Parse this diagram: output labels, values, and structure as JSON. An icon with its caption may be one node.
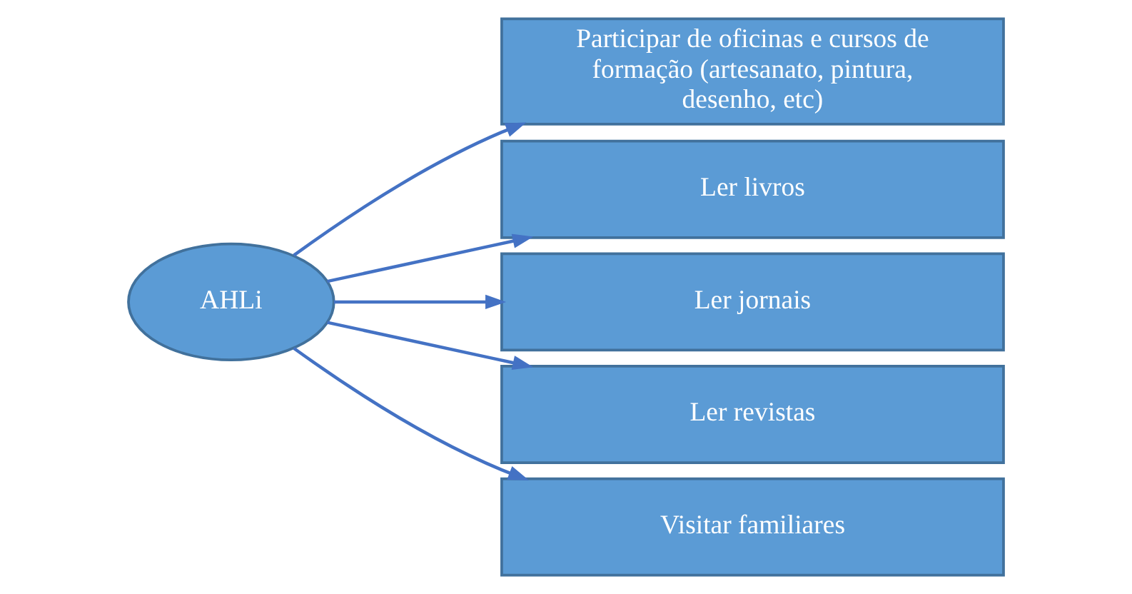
{
  "diagram": {
    "nodes": [
      {
        "text": [
          "AHLi"
        ]
      },
      {
        "text": [
          "Participar de oficinas e cursos de formação (artesanato, pintura, desenho, etc)"
        ]
      },
      {
        "text": [
          "Ler livros"
        ]
      },
      {
        "text": [
          "Ler jornais"
        ]
      },
      {
        "text": [
          "Ler revistas"
        ]
      },
      {
        "text": [
          "Visitar familiares"
        ]
      }
    ],
    "edges": [
      {
        "from": 0,
        "to": 1,
        "arrow": "to"
      },
      {
        "from": 0,
        "to": 2,
        "arrow": "to"
      },
      {
        "from": 0,
        "to": 3,
        "arrow": "to"
      },
      {
        "from": 0,
        "to": 4,
        "arrow": "to"
      },
      {
        "from": 0,
        "to": 5,
        "arrow": "to"
      }
    ]
  }
}
